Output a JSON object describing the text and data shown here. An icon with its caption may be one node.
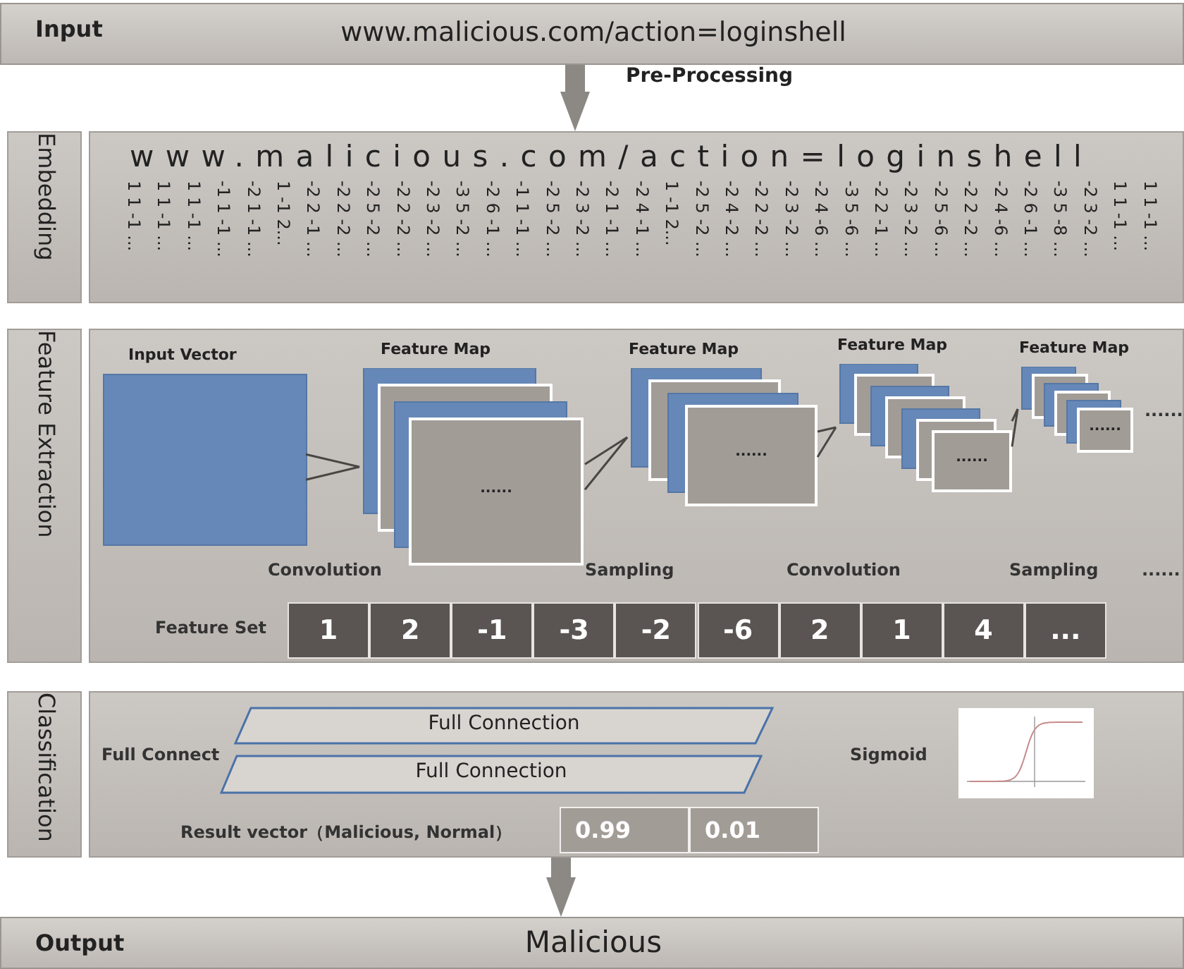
{
  "diagram": {
    "nodes": [
      {
        "text": [
          "Input",
          "www.malicious.com/action=loginshell"
        ]
      },
      {
        "text": [
          "Embedding"
        ]
      },
      {
        "text": [
          "www.malicious.com/action=loginshell"
        ]
      },
      {
        "text": [
          "Feature Extraction"
        ]
      },
      {
        "text": [],
        "shape": "box"
      },
      {
        "text": [
          "Input Vector"
        ],
        "in": 4
      },
      {
        "text": [
          "Feature Map",
          "......"
        ],
        "in": 4
      },
      {
        "text": [
          "Feature Map",
          "......"
        ],
        "in": 4
      },
      {
        "text": [
          "Feature Map",
          "......"
        ],
        "in": 4
      },
      {
        "text": [
          "Feature Map",
          "......"
        ],
        "in": 4
      },
      {
        "text": [
          "Classification"
        ]
      },
      {
        "text": [],
        "shape": "box"
      },
      {
        "text": [
          "Full Connection"
        ],
        "in": 11
      },
      {
        "text": [
          "Full Connection"
        ],
        "in": 11
      },
      {
        "text": [
          "Output",
          "Malicious"
        ]
      }
    ],
    "edges": [
      {
        "from": 0,
        "to": 2,
        "arrow": "to",
        "label": "Pre-Processing",
        "style": "thick",
        "color": "#8c8884"
      },
      {
        "from": 5,
        "to": 6,
        "arrow": "none"
      },
      {
        "from": 5,
        "to": 6,
        "arrow": "none"
      },
      {
        "from": 6,
        "to": 7,
        "arrow": "none"
      },
      {
        "from": 6,
        "to": 7,
        "arrow": "none"
      },
      {
        "from": 7,
        "to": 8,
        "arrow": "none"
      },
      {
        "from": 7,
        "to": 8,
        "arrow": "none"
      },
      {
        "from": 8,
        "to": 9,
        "arrow": "none"
      },
      {
        "from": 8,
        "to": 9,
        "arrow": "none"
      },
      {
        "from": 11,
        "to": 14,
        "arrow": "to",
        "style": "thick",
        "color": "#8c8884"
      }
    ],
    "labels": [
      "1 1 -1 ...",
      "1 1 -1 ...",
      "1 1 -1 ...",
      "-1 1 -1 ...",
      "-2 1 -1 ...",
      "1 -1 2...",
      "-2 2 -1 ...",
      "-2 2 -2 ...",
      "-2 5 -2 ...",
      "-2 2 -2 ...",
      "-2 3 -2 ...",
      "-3 5 -2 ...",
      "-2 6 -1 ...",
      "-1 1 -1 ...",
      "-2 5 -2 ...",
      "-2 3 -2 ...",
      "-2 1 -1 ...",
      "-2 4 -1 ...",
      "1 -1 2...",
      "-2 5 -2 ...",
      "-2 4 -2 ...",
      "-2 2 -2 ...",
      "-2 3 -2 ...",
      "-2 4 -6 ...",
      "-3 5 -6 ...",
      "-2 2 -1 ...",
      "-2 3 -2 ...",
      "-2 5 -6 ...",
      "-2 2 -2 ...",
      "-2 4 -6 ...",
      "-2 6 -1 ...",
      "-3 5 -8 ...",
      "-2 3 -2 ...",
      "1 1 -1 ...",
      "1 1 -1 ...",
      "......",
      "Convolution",
      "Sampling",
      "Convolution",
      "Sampling",
      "......",
      "Feature Set",
      "1",
      "2",
      "-1",
      "-3",
      "-2",
      "-6",
      "2",
      "1",
      "4",
      "...",
      "Full Connect",
      "Sigmoid",
      "Result vector（Malicious, Normal）",
      "0.99",
      "0.01"
    ]
  }
}
